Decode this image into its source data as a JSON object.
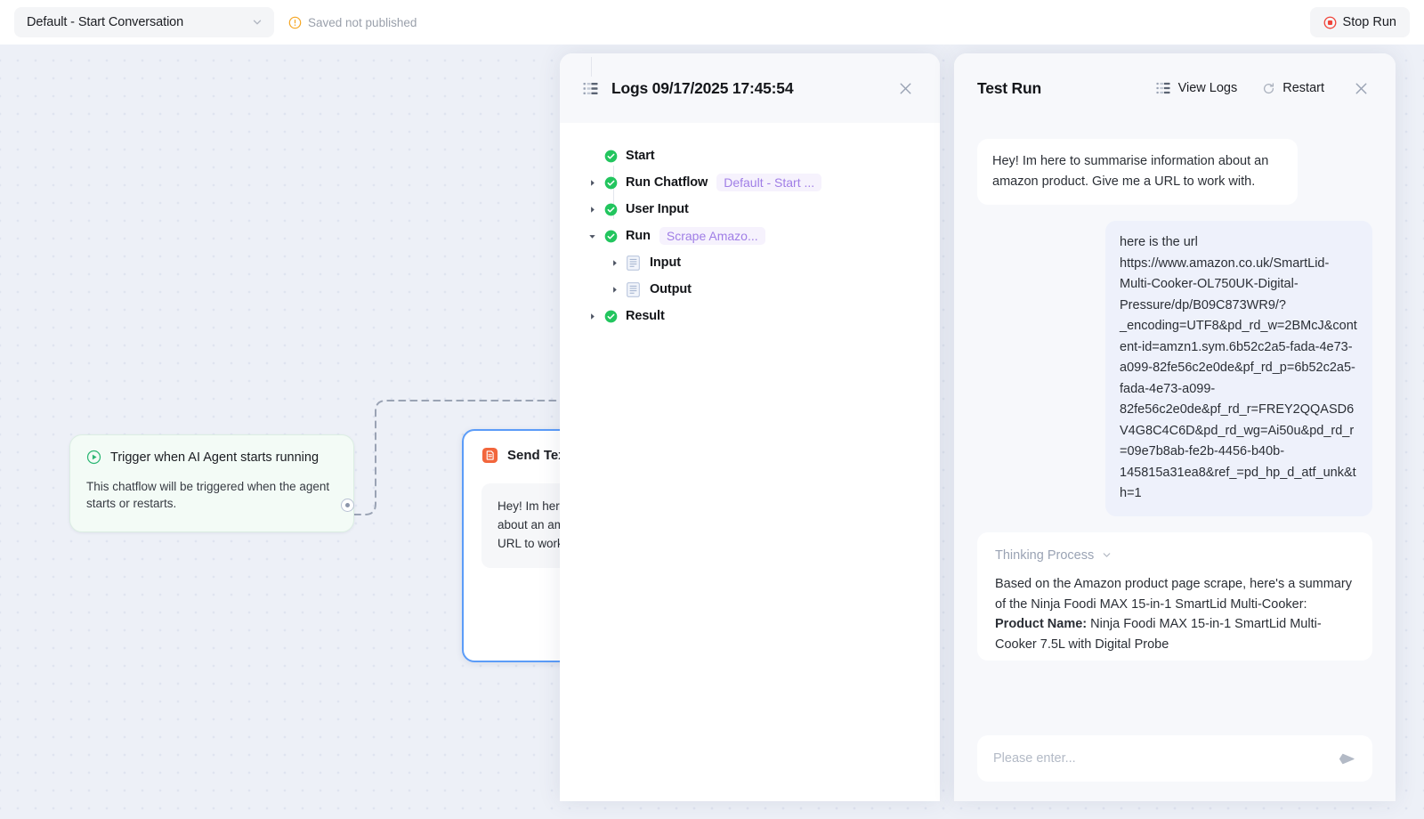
{
  "topbar": {
    "flow_name": "Default - Start Conversation",
    "chevron_icon": "chevron-down-icon",
    "save_status": "Saved not published",
    "warn_icon": "warning-circle-icon",
    "stop_run_label": "Stop Run",
    "stop_icon": "stop-record-icon"
  },
  "canvas": {
    "trigger_node": {
      "icon": "play-circle-icon",
      "title": "Trigger when AI Agent starts running",
      "description": "This chatflow will be triggered when the agent starts or restarts.",
      "handle": "output-handle"
    },
    "send_node": {
      "icon": "document-orange-icon",
      "title": "Send Text",
      "message": "Hey! Im here to summarise information about an amazon product. Give me a URL to work with."
    }
  },
  "logs_panel": {
    "icon": "list-icon",
    "title": "Logs 09/17/2025 17:45:54",
    "close_icon": "close-icon",
    "rows": [
      {
        "label": "Start",
        "tag": "",
        "icon": "check-circle-icon",
        "caret": "none",
        "depth": 0
      },
      {
        "label": "Run Chatflow",
        "tag": "Default - Start ...",
        "icon": "check-circle-icon",
        "caret": "right",
        "depth": 0
      },
      {
        "label": "User Input",
        "tag": "",
        "icon": "check-circle-icon",
        "caret": "right",
        "depth": 0
      },
      {
        "label": "Run",
        "tag": "Scrape Amazo...",
        "icon": "check-circle-icon",
        "caret": "down",
        "depth": 0
      },
      {
        "label": "Input",
        "tag": "",
        "icon": "file-icon",
        "caret": "right",
        "depth": 1
      },
      {
        "label": "Output",
        "tag": "",
        "icon": "file-icon",
        "caret": "right",
        "depth": 1
      },
      {
        "label": "Result",
        "tag": "",
        "icon": "check-circle-icon",
        "caret": "right",
        "depth": 0
      }
    ]
  },
  "test_panel": {
    "title": "Test Run",
    "view_logs_label": "View Logs",
    "view_logs_icon": "list-icon",
    "restart_label": "Restart",
    "restart_icon": "refresh-icon",
    "close_icon": "close-icon",
    "messages": {
      "bot_greeting": "Hey! Im here to summarise information about an amazon product. Give me a URL to work with.",
      "user_url": "here is the url https://www.amazon.co.uk/SmartLid-Multi-Cooker-OL750UK-Digital-Pressure/dp/B09C873WR9/?_encoding=UTF8&pd_rd_w=2BMcJ&content-id=amzn1.sym.6b52c2a5-fada-4e73-a099-82fe56c2e0de&pf_rd_p=6b52c2a5-fada-4e73-a099-82fe56c2e0de&pf_rd_r=FREY2QQASD6V4G8C4C6D&pd_rd_wg=Ai50u&pd_rd_r=09e7b8ab-fe2b-4456-b40b-145815a31ea8&ref_=pd_hp_d_atf_unk&th=1"
    },
    "thinking": {
      "label": "Thinking Process",
      "chevron_icon": "chevron-down-icon",
      "intro": "Based on the Amazon product page scrape, here's a summary of the Ninja Foodi MAX 15-in-1 SmartLid Multi-Cooker:",
      "field_label": "Product Name:",
      "field_value": "Ninja Foodi MAX 15-in-1 SmartLid Multi-Cooker 7.5L with Digital Probe"
    },
    "input": {
      "placeholder": "Please enter...",
      "value": "",
      "send_icon": "send-icon"
    }
  },
  "colors": {
    "accent_blue": "#5b9cf8",
    "success_green": "#22c55e",
    "tag_purple": "#a07ee6",
    "warn_orange": "#f5a623",
    "stop_red": "#f0453a",
    "node_orange": "#f2663c"
  }
}
